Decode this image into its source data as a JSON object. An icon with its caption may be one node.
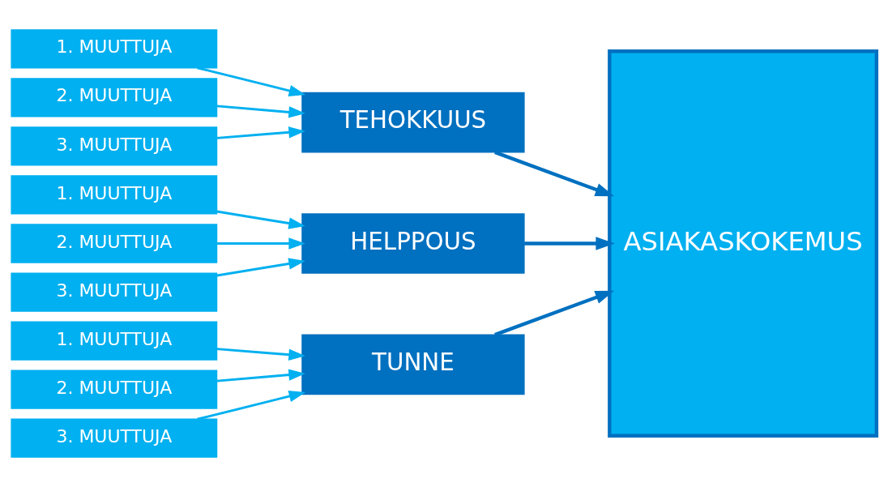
{
  "diagram": {
    "nodes": [
      {
        "text": [
          "1. MUUTTUJA"
        ]
      },
      {
        "text": [
          "2. MUUTTUJA"
        ]
      },
      {
        "text": [
          "3. MUUTTUJA"
        ]
      },
      {
        "text": [
          "TEHOKKUUS"
        ]
      },
      {
        "text": [
          "1. MUUTTUJA"
        ]
      },
      {
        "text": [
          "2. MUUTTUJA"
        ]
      },
      {
        "text": [
          "3. MUUTTUJA"
        ]
      },
      {
        "text": [
          "HELPPOUS"
        ]
      },
      {
        "text": [
          "1. MUUTTUJA"
        ]
      },
      {
        "text": [
          "2. MUUTTUJA"
        ]
      },
      {
        "text": [
          "3. MUUTTUJA"
        ]
      },
      {
        "text": [
          "TUNNE"
        ]
      },
      {
        "text": [
          "ASIAKASKOKEMUS"
        ]
      }
    ],
    "edges": [
      {
        "from": 0,
        "to": 3,
        "arrow": "to"
      },
      {
        "from": 1,
        "to": 3,
        "arrow": "to"
      },
      {
        "from": 2,
        "to": 3,
        "arrow": "to"
      },
      {
        "from": 4,
        "to": 7,
        "arrow": "to"
      },
      {
        "from": 5,
        "to": 7,
        "arrow": "to"
      },
      {
        "from": 6,
        "to": 7,
        "arrow": "to"
      },
      {
        "from": 8,
        "to": 11,
        "arrow": "to"
      },
      {
        "from": 9,
        "to": 11,
        "arrow": "to"
      },
      {
        "from": 10,
        "to": 11,
        "arrow": "to"
      },
      {
        "from": 3,
        "to": 12,
        "arrow": "to",
        "color": "#0070c0"
      },
      {
        "from": 7,
        "to": 12,
        "arrow": "to",
        "color": "#0070c0"
      },
      {
        "from": 11,
        "to": 12,
        "arrow": "to",
        "color": "#0070c0"
      }
    ]
  }
}
